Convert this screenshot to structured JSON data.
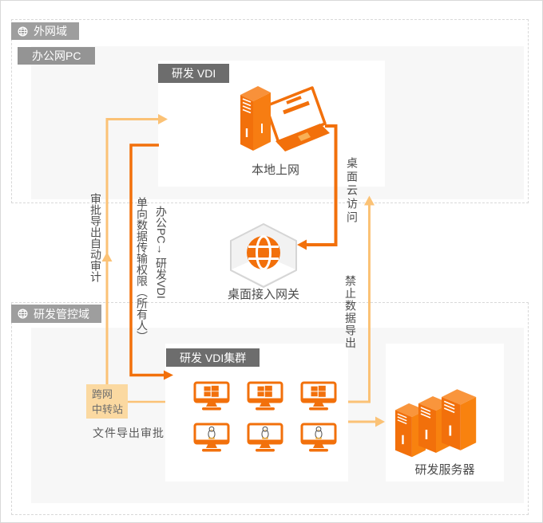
{
  "regions": {
    "external": {
      "label": "外网域"
    },
    "office": {
      "label": "办公网PC"
    },
    "control": {
      "label": "研发管控域"
    }
  },
  "boxes": {
    "vdi": {
      "title": "研发 VDI",
      "caption": "本地上网"
    },
    "gateway": {
      "caption": "桌面接入网关"
    },
    "cluster": {
      "title": "研发 VDI集群",
      "monitors": [
        {
          "os": "Windows"
        },
        {
          "os": "Windows"
        },
        {
          "os": "Windows"
        },
        {
          "os": "Linux"
        },
        {
          "os": "Linux"
        },
        {
          "os": "Linux"
        }
      ]
    },
    "server": {
      "caption": "研发服务器"
    }
  },
  "transfer_station": {
    "lines": [
      "跨网",
      "中转站"
    ]
  },
  "flows": {
    "audit": "审批导出自动审计",
    "one_way": "单向数据传输权限（所有人）",
    "office_to_vdi": "办公PC→ 研发VDI",
    "desktop_cloud": "桌面云访问",
    "no_export": "禁止数据导出",
    "file_export": "文件导出审批"
  },
  "icons": {
    "external_region": "globe-icon",
    "control_region": "globe-icon",
    "gateway": "globe-icon",
    "local_pc": "desktop-computer-icon",
    "cluster_windows": "windows-logo-icon",
    "cluster_linux": "linux-tux-icon",
    "servers": "server-stack-icon"
  },
  "colors": {
    "orange": "#f2700b",
    "amber": "#fbc276",
    "region_label_bg": "#9e9e9e",
    "box_label_bg": "#6d6d6d",
    "region_bg": "#f7f7f7",
    "transfer_bg": "#fbd9a1",
    "text": "#4d4d4d"
  }
}
